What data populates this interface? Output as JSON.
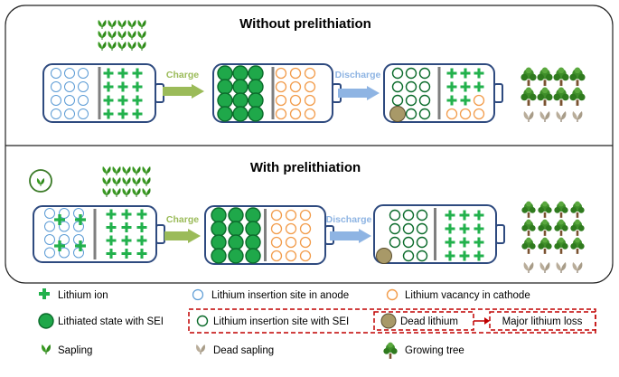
{
  "panels": {
    "top": {
      "title": "Without prelithiation"
    },
    "bottom": {
      "title": "With prelithiation"
    }
  },
  "arrows": {
    "charge": {
      "label": "Charge",
      "color": "#9bbb59"
    },
    "discharge": {
      "label": "Discharge",
      "color": "#8eb4e3"
    }
  },
  "colors": {
    "battery_border": "#2e4a7f",
    "separator": "#7f7f7f",
    "lithium_ion": "#22b14c",
    "lithiated": "#1fa84a",
    "anode_site": "#5b9bd5",
    "cathode_vacancy": "#f29c4b",
    "sei_ring": "#0b6b2b",
    "dead_lithium": "#a89968",
    "loss_box": "#c00000"
  },
  "legend": {
    "lithium_ion": "Lithium ion",
    "anode_site": "Lithium insertion site in anode",
    "cathode_vacancy": "Lithium vacancy in cathode",
    "lithiated_sei": "Lithiated state with SEI",
    "insertion_sei": "Lithium insertion site with SEI",
    "dead_lithium": "Dead lithium",
    "major_loss": "Major lithium loss",
    "sapling": "Sapling",
    "dead_sapling": "Dead sapling",
    "growing_tree": "Growing tree"
  },
  "icons": {
    "sapling": "sapling-icon",
    "dead_sapling": "dead-sapling-icon",
    "tree": "tree-icon",
    "prelithiation_badge": "sapling-badge-icon"
  }
}
